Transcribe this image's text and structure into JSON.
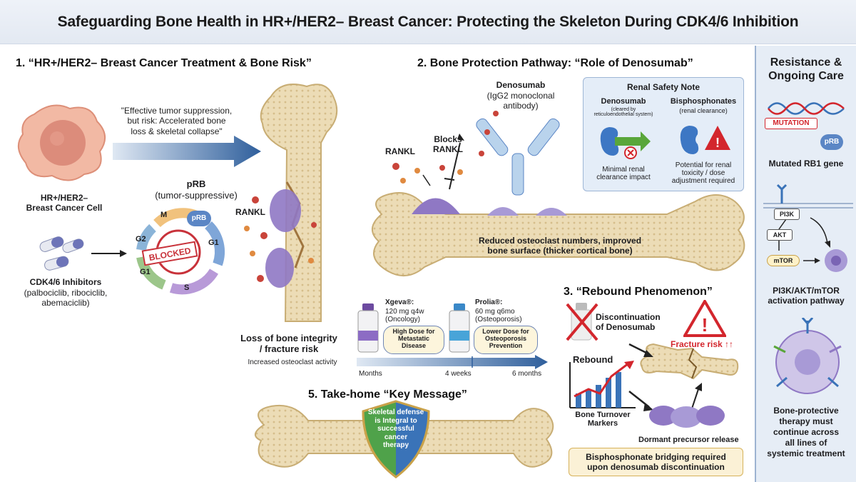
{
  "title": "Safeguarding Bone Health in HR+/HER2– Breast Cancer: Protecting the Skeleton During CDK4/6 Inhibition",
  "section1": {
    "heading": "1. “HR+/HER2– Breast Cancer Treatment & Bone Risk”",
    "cell_label": "HR+/HER2–\nBreast Cancer Cell",
    "effect_quote": "\"Effective tumor suppression,\nbut risk: Accelerated bone\nloss & skeletal collapse\"",
    "prb_title": "pRB",
    "prb_sub": "(tumor-suppressive)",
    "cycle_phases": [
      "M",
      "G2",
      "G1",
      "S",
      "G1"
    ],
    "prb_badge": "pRB",
    "blocked_stamp": "BLOCKED",
    "inhibitors_title": "CDK4/6 Inhibitors",
    "inhibitors_drugs": "(palbociclib, ribociclib,\nabemaciclib)",
    "rankl_label": "RANKL",
    "loss_title": "Loss of bone integrity\n/ fracture risk",
    "loss_sub": "Increased osteoclast activity"
  },
  "section2": {
    "heading": "2. Bone Protection Pathway: “Role of Denosumab”",
    "denosumab_title": "Denosumab",
    "denosumab_sub": "(IgG2 monoclonal\nantibody)",
    "rankl_label": "RANKL",
    "blocks_label": "Blocks\nRANKL",
    "reduced_text": "Reduced osteoclast numbers, improved\nbone surface (thicker cortical bone)",
    "renal": {
      "title": "Renal Safety Note",
      "col1_title": "Denosumab",
      "col1_sub": "(cleared by\nreticuloendothelial system)",
      "col1_note": "Minimal renal\nclearance impact",
      "col2_title": "Bisphosphonates",
      "col2_sub": "(renal clearance)",
      "col2_note": "Potential for renal\ntoxicity / dose\nadjustment required"
    }
  },
  "dosing": {
    "xgeva_name": "Xgeva®:",
    "xgeva_dose": "120 mg q4w\n(Oncology)",
    "xgeva_callout": "High Dose for\nMetastatic\nDisease",
    "prolia_name": "Prolia®:",
    "prolia_dose": "60 mg q6mo\n(Osteoporosis)",
    "prolia_callout": "Lower Dose for\nOsteoporosis\nPrevention",
    "timeline": [
      "Months",
      "4 weeks",
      "6 months"
    ]
  },
  "section3": {
    "heading": "3. “Rebound Phenomenon”",
    "discontinuation": "Discontinuation\nof Denosumab",
    "fracture_risk": "Fracture risk ↑↑",
    "rebound": "Rebound",
    "turnover": "Bone Turnover\nMarkers",
    "dormant": "Dormant precursor release",
    "bridging": "Bisphosphonate bridging required\nupon denosumab discontinuation"
  },
  "section5": {
    "heading": "5. Take-home “Key Message”",
    "shield_text": "Skeletal defense\nis Integral to\nsuccessful\ncancer\ntherapy"
  },
  "sidebar": {
    "heading": "Resistance &\nOngoing Care",
    "mutation_badge": "MUTATION",
    "prb_badge": "pRB",
    "mutated_gene": "Mutated RB1 gene",
    "pathway_nodes": [
      "PI3K",
      "AKT",
      "mTOR"
    ],
    "pathway_label": "PI3K/AKT/mTOR\nactivation pathway",
    "therapy_message": "Bone-protective\ntherapy must\ncontinue across\nall lines of\nsystemic treatment"
  },
  "colors": {
    "arrow_blue": "#2f5f9c",
    "osteoclast_purple": "#8f78c4",
    "bone_tan": "#ead9b3",
    "stamp_red": "#c8323a",
    "renal_green": "#59a63a",
    "warning_red": "#d3262d"
  }
}
